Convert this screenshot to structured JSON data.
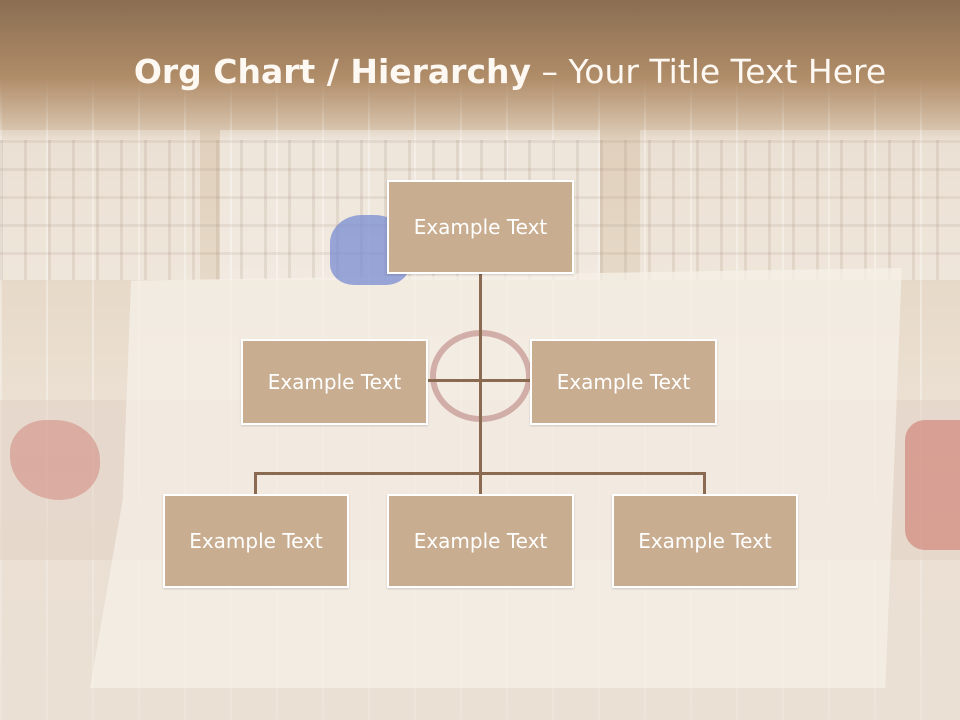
{
  "title": {
    "part1": "Org Chart / Hierarchy",
    "dash": " – ",
    "part2": "Your Title Text Here"
  },
  "org_chart": {
    "root": {
      "label": "Example Text"
    },
    "level2": [
      {
        "label": "Example Text"
      },
      {
        "label": "Example Text"
      }
    ],
    "level3": [
      {
        "label": "Example Text"
      },
      {
        "label": "Example Text"
      },
      {
        "label": "Example Text"
      }
    ]
  },
  "colors": {
    "box_fill": "#c9ad90",
    "box_border": "#ffffff",
    "connector": "#8a6a50",
    "header_top": "#8a6e52"
  }
}
